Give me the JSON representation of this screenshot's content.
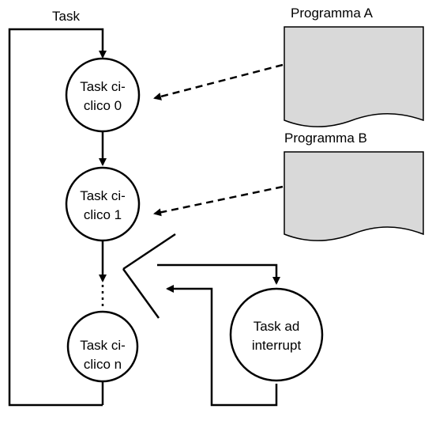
{
  "labels": {
    "task": "Task",
    "program_a": "Programma A",
    "program_b": "Programma B"
  },
  "nodes": {
    "cyclic0": [
      "Task ci-",
      "clico 0"
    ],
    "cyclic1": [
      "Task ci-",
      "clico 1"
    ],
    "cyclicn": [
      "Task ci-",
      "clico n"
    ],
    "interrupt": [
      "Task ad",
      "interrupt"
    ]
  },
  "colors": {
    "stroke": "#000000",
    "document_fill": "#d9d9d9",
    "background": "#ffffff"
  }
}
